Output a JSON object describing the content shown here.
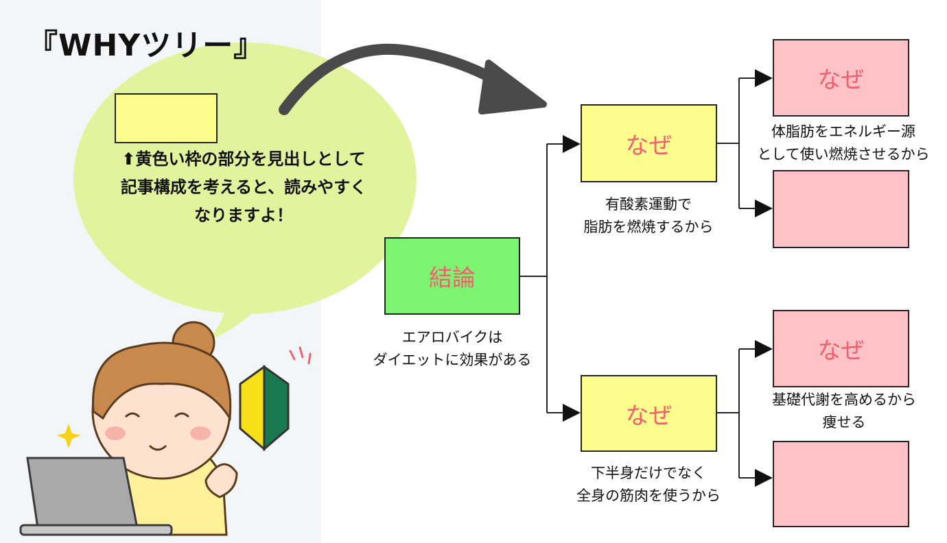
{
  "title": "『WHYツリー』",
  "bubble": {
    "lines": [
      "⬆黄色い枠の部分を見出しとして",
      "記事構成を考えると、読みやすく",
      "なりますよ！"
    ]
  },
  "tree": {
    "root": {
      "label": "結論",
      "caption": [
        "エアロバイクは",
        "ダイエットに効果がある"
      ]
    },
    "why_top": {
      "label": "なぜ",
      "caption": [
        "有酸素運動で",
        "脂肪を燃焼するから"
      ]
    },
    "why_bottom": {
      "label": "なぜ",
      "caption": [
        "下半身だけでなく",
        "全身の筋肉を使うから"
      ]
    },
    "why_top_1": {
      "label": "なぜ",
      "caption": [
        "体脂肪をエネルギー源",
        "として使い燃焼させるから"
      ]
    },
    "why_top_2": {
      "label": ""
    },
    "why_bottom_1": {
      "label": "なぜ",
      "caption": [
        "基礎代謝を高めるから",
        "痩せる"
      ]
    },
    "why_bottom_2": {
      "label": ""
    }
  },
  "colors": {
    "root_fill": "#7cf472",
    "why_fill": "#fdfd8e",
    "leaf_fill": "#ffc2c6",
    "label_text": "#f35f6e",
    "bubble_fill": "#e1f39c",
    "panel_bg": "#f3f6f8"
  },
  "icons": [
    "curved-arrow-icon",
    "beginner-mark-icon",
    "sparkle-icon",
    "laptop-icon"
  ]
}
